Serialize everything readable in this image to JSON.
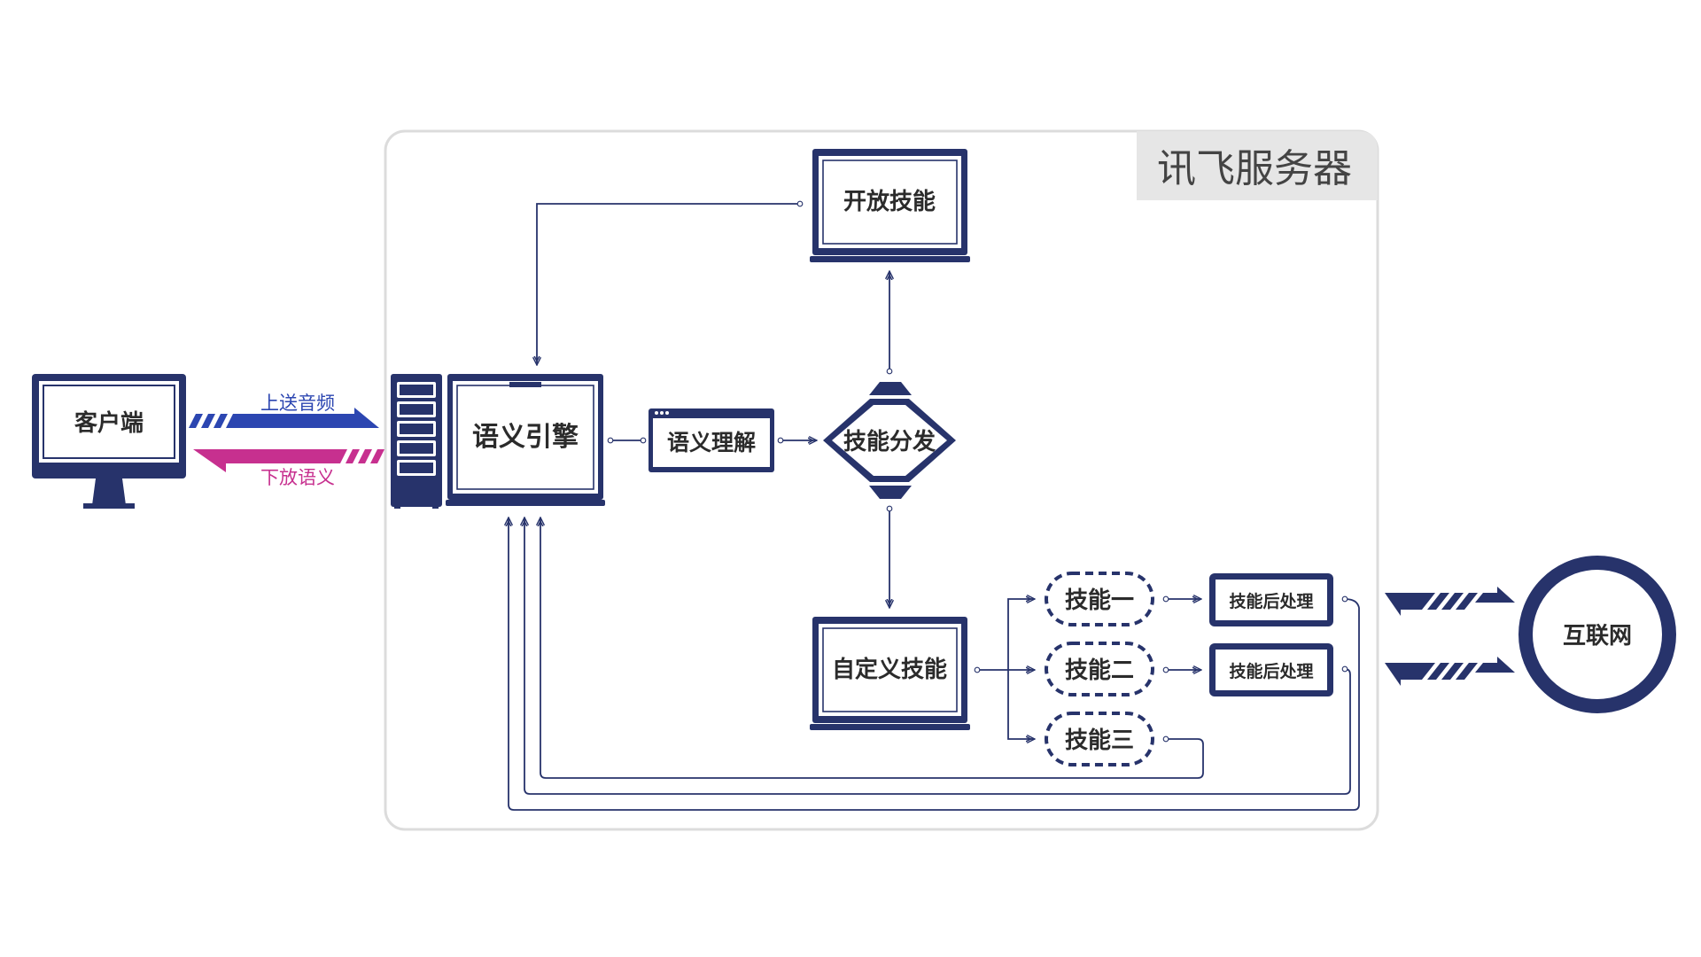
{
  "server": {
    "title": "讯飞服务器"
  },
  "client": {
    "label": "客户端"
  },
  "flows": {
    "upload": "上送音频",
    "download": "下放语义"
  },
  "nodes": {
    "engine": "语义引擎",
    "understanding": "语义理解",
    "dispatch": "技能分发",
    "open_skill": "开放技能",
    "custom_skill": "自定义技能",
    "skill_1": "技能一",
    "skill_2": "技能二",
    "skill_3": "技能三",
    "post_1": "技能后处理",
    "post_2": "技能后处理",
    "internet": "互联网"
  },
  "colors": {
    "navy": "#27336b",
    "upload_blue": "#2c46b1",
    "download_magenta": "#c7308f",
    "title_bg": "#e6e6e6",
    "server_border": "#dcdcdc"
  }
}
